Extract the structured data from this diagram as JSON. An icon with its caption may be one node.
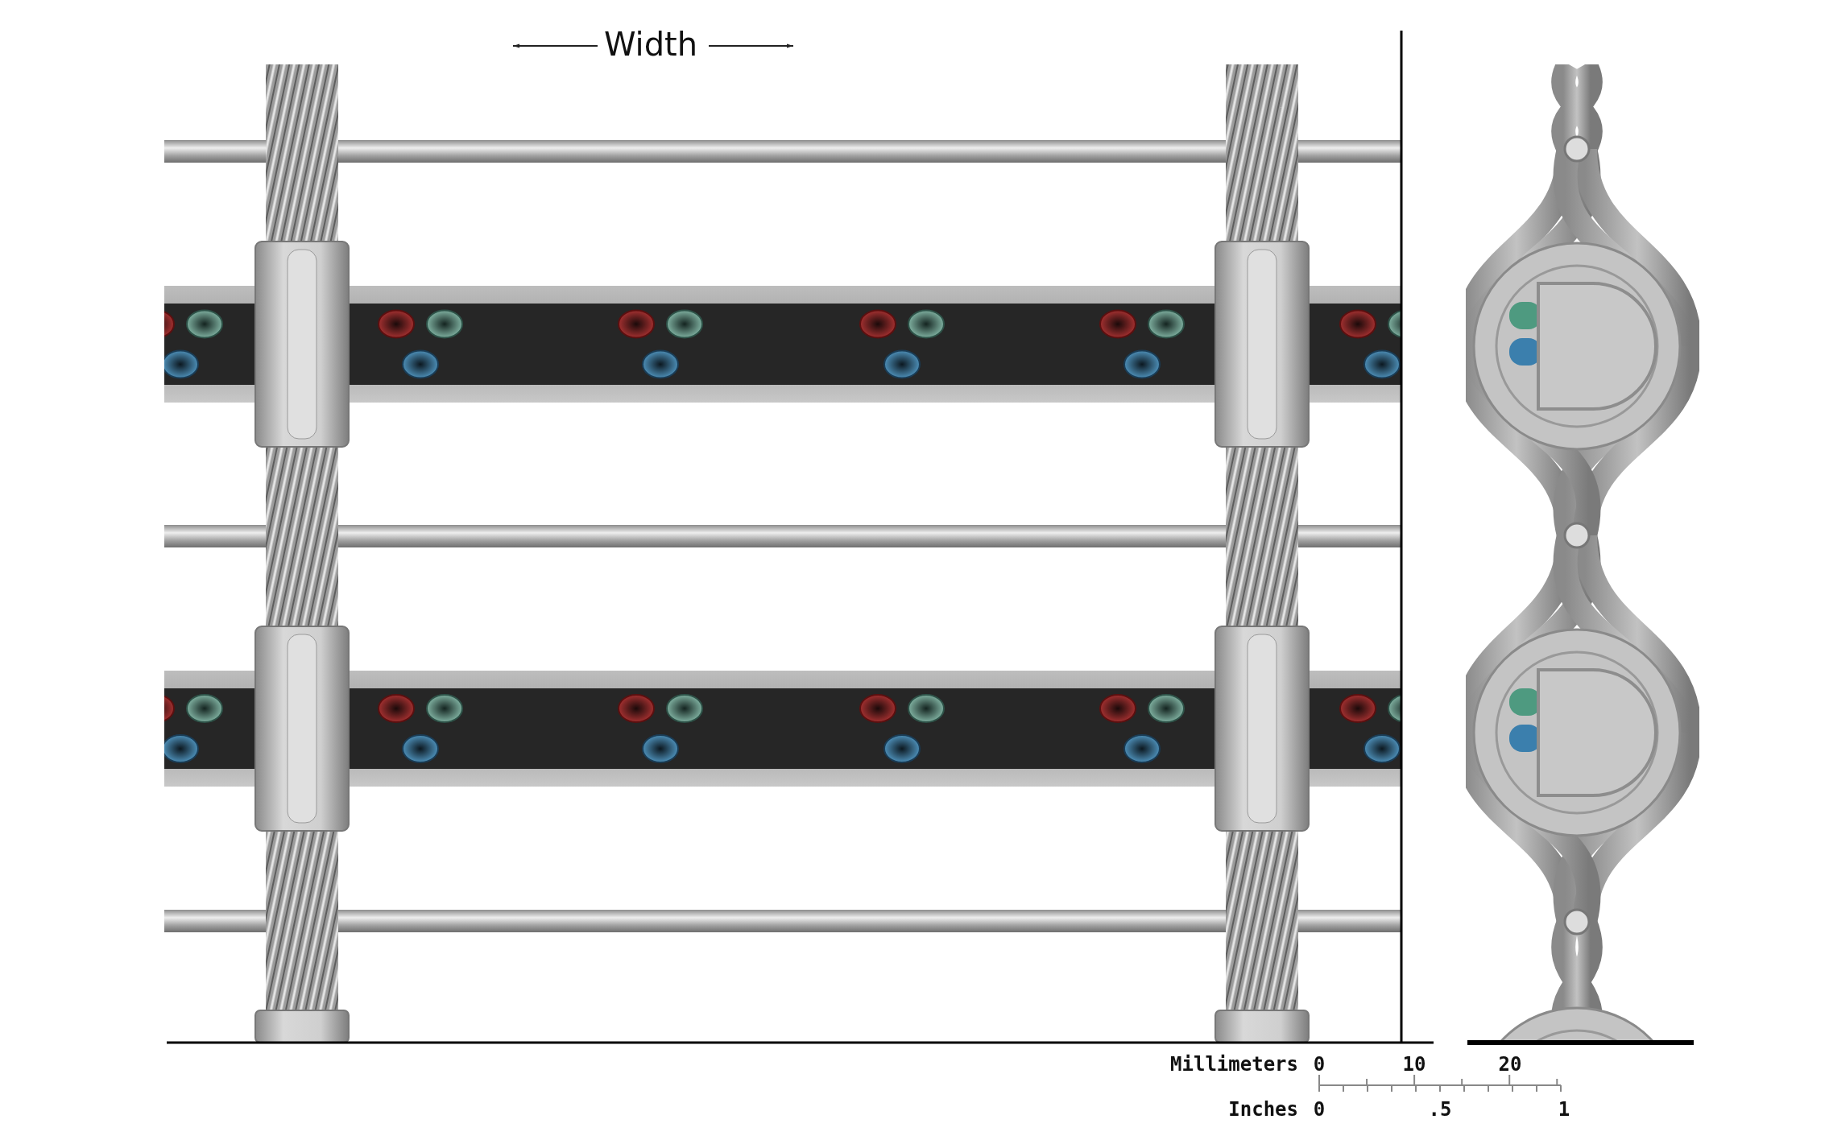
{
  "diagram": {
    "labels": [
      "Width",
      "Millimeters",
      "0",
      "10",
      "20",
      "Inches",
      "0",
      ".5",
      "1"
    ]
  }
}
